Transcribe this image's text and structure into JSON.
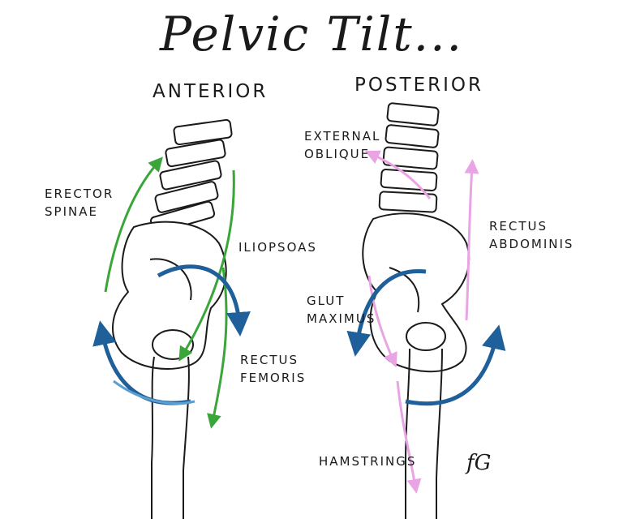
{
  "title": "Pelvic Tilt...",
  "headings": {
    "anterior": "ANTERIOR",
    "posterior": "POSTERIOR"
  },
  "labels": {
    "erector_spinae": "ERECTOR\nSPINAE",
    "iliopsoas": "ILIOPSOAS",
    "rectus_femoris": "RECTUS\nFEMORIS",
    "external_oblique": "EXTERNAL\nOBLIQUE",
    "rectus_abdominis": "RECTUS\nABDOMINIS",
    "glut_maximus": "GLUT\nMAXIMUS",
    "hamstrings": "HAMSTRINGS"
  },
  "signature": "fG",
  "colors": {
    "green": "#3aa63a",
    "blue": "#1f5f9a",
    "light_blue": "#5b9fd0",
    "pink": "#e9a4e4",
    "line": "#1a1a1a"
  }
}
